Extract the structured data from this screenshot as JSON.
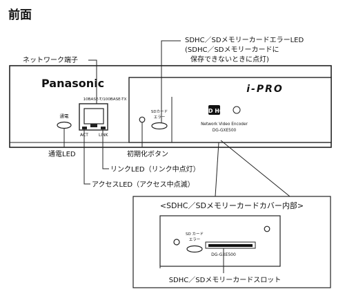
{
  "heading": "前面",
  "device": {
    "brand": "Panasonic",
    "product_line": "i-PRO",
    "port_label": "10BASE-T/100BASE-TX",
    "power_indicator_label": "通電",
    "act_label": "ACT",
    "link_label": "LINK",
    "sd_button_label_line1": "SDカード",
    "sd_button_label_line2": "エラー",
    "sd_logo": "SD HC",
    "model_line1": "Network Video Encoder",
    "model_line2": "DG-GXE500"
  },
  "callouts": {
    "sd_error_led_line1": "SDHC／SDメモリーカードエラーLED",
    "sd_error_led_line2": "(SDHC／SDメモリーカードに",
    "sd_error_led_line3": "保存できないときに点灯)",
    "network_port": "ネットワーク端子",
    "power_led": "通電LED",
    "init_button": "初期化ボタン",
    "link_led": "リンクLED（リンク中点灯）",
    "access_led": "アクセスLED（アクセス中点滅）"
  },
  "inset": {
    "title": "<SDHC／SDメモリーカードカバー内部>",
    "sd_label_line1": "SD カード",
    "sd_label_line2": "エラー",
    "slot_label": "DG-GXE500",
    "slot_caption": "SDHC／SDメモリーカードスロット"
  }
}
